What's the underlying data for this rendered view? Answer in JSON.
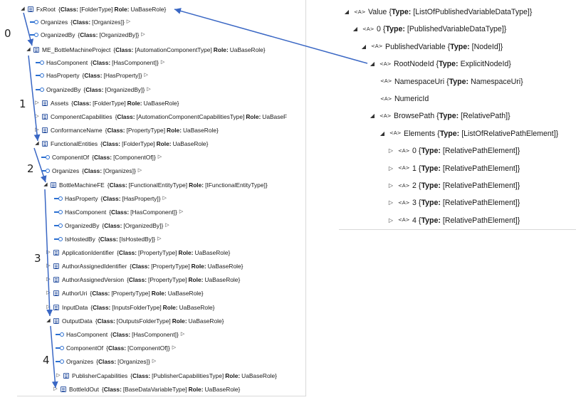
{
  "tree": {
    "rows": [
      {
        "exp": "◢",
        "icon": "node",
        "name": "FxRoot",
        "pre": "{",
        "k1": "Class:",
        "v1": "[FolderType]",
        "k2": "Role:",
        "v2": "UaBaseRole",
        "post": "}"
      },
      {
        "exp": "",
        "icon": "ref",
        "name": "Organizes",
        "pre": "{",
        "k1": "Class:",
        "v1": "[Organizes]",
        "k2": "",
        "v2": "",
        "post": "}",
        "tail": "▷"
      },
      {
        "exp": "",
        "icon": "ref",
        "name": "OrganizedBy",
        "pre": "{",
        "k1": "Class:",
        "v1": "[OrganizedBy]",
        "k2": "",
        "v2": "",
        "post": "}",
        "tail": "▷"
      },
      {
        "exp": "◢",
        "icon": "node",
        "name": "ME_BottleMachineProject",
        "pre": "{",
        "k1": "Class:",
        "v1": "[AutomationComponentType]",
        "k2": "Role:",
        "v2": "UaBaseRole",
        "post": "}"
      },
      {
        "exp": "",
        "icon": "ref",
        "name": "HasComponent",
        "pre": "{",
        "k1": "Class:",
        "v1": "[HasComponent]",
        "k2": "",
        "v2": "",
        "post": "}",
        "tail": "▷"
      },
      {
        "exp": "",
        "icon": "ref",
        "name": "HasProperty",
        "pre": "{",
        "k1": "Class:",
        "v1": "[HasProperty]",
        "k2": "",
        "v2": "",
        "post": "}",
        "tail": "▷"
      },
      {
        "exp": "",
        "icon": "ref",
        "name": "OrganizedBy",
        "pre": "{",
        "k1": "Class:",
        "v1": "[OrganizedBy]",
        "k2": "",
        "v2": "",
        "post": "}",
        "tail": "▷"
      },
      {
        "exp": "▷",
        "icon": "node",
        "name": "Assets",
        "pre": "{",
        "k1": "Class:",
        "v1": "[FolderType]",
        "k2": "Role:",
        "v2": "UaBaseRole",
        "post": "}"
      },
      {
        "exp": "▷",
        "icon": "node",
        "name": "ComponentCapabilities",
        "pre": "{",
        "k1": "Class:",
        "v1": "[AutomationComponentCapabilitiesType]",
        "k2": "Role:",
        "v2": "UaBaseF",
        "post": ""
      },
      {
        "exp": "▷",
        "icon": "node",
        "name": "ConformanceName",
        "pre": "{",
        "k1": "Class:",
        "v1": "[PropertyType]",
        "k2": "Role:",
        "v2": "UaBaseRole",
        "post": "}"
      },
      {
        "exp": "◢",
        "icon": "node",
        "name": "FunctionalEntities",
        "pre": "{",
        "k1": "Class:",
        "v1": "[FolderType]",
        "k2": "Role:",
        "v2": "UaBaseRole",
        "post": "}"
      },
      {
        "exp": "",
        "icon": "ref",
        "name": "ComponentOf",
        "pre": "{",
        "k1": "Class:",
        "v1": "[ComponentOf]",
        "k2": "",
        "v2": "",
        "post": "}",
        "tail": "▷"
      },
      {
        "exp": "",
        "icon": "ref",
        "name": "Organizes",
        "pre": "{",
        "k1": "Class:",
        "v1": "[Organizes]",
        "k2": "",
        "v2": "",
        "post": "}",
        "tail": "▷"
      },
      {
        "exp": "◢",
        "icon": "node",
        "name": "BottleMachineFE",
        "pre": "{",
        "k1": "Class:",
        "v1": "[FunctionalEntityType]",
        "k2": "Role:",
        "v2": "[IFunctionalEntityType]",
        "post": "}"
      },
      {
        "exp": "",
        "icon": "ref",
        "name": "HasProperty",
        "pre": "{",
        "k1": "Class:",
        "v1": "[HasProperty]",
        "k2": "",
        "v2": "",
        "post": "}",
        "tail": "▷"
      },
      {
        "exp": "",
        "icon": "ref",
        "name": "HasComponent",
        "pre": "{",
        "k1": "Class:",
        "v1": "[HasComponent]",
        "k2": "",
        "v2": "",
        "post": "}",
        "tail": "▷"
      },
      {
        "exp": "",
        "icon": "ref",
        "name": "OrganizedBy",
        "pre": "{",
        "k1": "Class:",
        "v1": "[OrganizedBy]",
        "k2": "",
        "v2": "",
        "post": "}",
        "tail": "▷"
      },
      {
        "exp": "",
        "icon": "ref",
        "name": "IsHostedBy",
        "pre": "{",
        "k1": "Class:",
        "v1": "[IsHostedBy]",
        "k2": "",
        "v2": "",
        "post": "}",
        "tail": "▷"
      },
      {
        "exp": "▷",
        "icon": "node",
        "name": "ApplicationIdentifier",
        "pre": "{",
        "k1": "Class:",
        "v1": "[PropertyType]",
        "k2": "Role:",
        "v2": "UaBaseRole",
        "post": "}"
      },
      {
        "exp": "▷",
        "icon": "node",
        "name": "AuthorAssignedIdentifier",
        "pre": "{",
        "k1": "Class:",
        "v1": "[PropertyType]",
        "k2": "Role:",
        "v2": "UaBaseRole",
        "post": "}"
      },
      {
        "exp": "▷",
        "icon": "node",
        "name": "AuthorAssignedVersion",
        "pre": "{",
        "k1": "Class:",
        "v1": "[PropertyType]",
        "k2": "Role:",
        "v2": "UaBaseRole",
        "post": "}"
      },
      {
        "exp": "▷",
        "icon": "node",
        "name": "AuthorUri",
        "pre": "{",
        "k1": "Class:",
        "v1": "[PropertyType]",
        "k2": "Role:",
        "v2": "UaBaseRole",
        "post": "}"
      },
      {
        "exp": "▷",
        "icon": "node",
        "name": "InputData",
        "pre": "{",
        "k1": "Class:",
        "v1": "[InputsFolderType]",
        "k2": "Role:",
        "v2": "UaBaseRole",
        "post": "}"
      },
      {
        "exp": "◢",
        "icon": "node",
        "name": "OutputData",
        "pre": "{",
        "k1": "Class:",
        "v1": "[OutputsFolderType]",
        "k2": "Role:",
        "v2": "UaBaseRole",
        "post": "}"
      },
      {
        "exp": "",
        "icon": "ref",
        "name": "HasComponent",
        "pre": "{",
        "k1": "Class:",
        "v1": "[HasComponent]",
        "k2": "",
        "v2": "",
        "post": "}",
        "tail": "▷"
      },
      {
        "exp": "",
        "icon": "ref",
        "name": "ComponentOf",
        "pre": "{",
        "k1": "Class:",
        "v1": "[ComponentOf]",
        "k2": "",
        "v2": "",
        "post": "}",
        "tail": "▷"
      },
      {
        "exp": "",
        "icon": "ref",
        "name": "Organizes",
        "pre": "{",
        "k1": "Class:",
        "v1": "[Organizes]",
        "k2": "",
        "v2": "",
        "post": "}",
        "tail": "▷"
      },
      {
        "exp": "▷",
        "icon": "node",
        "name": "PublisherCapabilities",
        "pre": "{",
        "k1": "Class:",
        "v1": "[PublisherCapabilitiesType]",
        "k2": "Role:",
        "v2": "UaBaseRole",
        "post": "}"
      },
      {
        "exp": "▷",
        "icon": "node",
        "name": "BottleIdOut",
        "pre": "{",
        "k1": "Class:",
        "v1": "[BaseDataVariableType]",
        "k2": "Role:",
        "v2": "UaBaseRole",
        "post": "}"
      }
    ]
  },
  "value_tree": {
    "rows": [
      {
        "exp": "◢",
        "name": "Value",
        "pre": "{",
        "k1": "Type:",
        "v1": "[ListOfPublishedVariableDataType]",
        "post": "}"
      },
      {
        "exp": "◢",
        "name": "0",
        "pre": "{",
        "k1": "Type:",
        "v1": "[PublishedVariableDataType]",
        "post": "}"
      },
      {
        "exp": "◢",
        "name": "PublishedVariable",
        "pre": "{",
        "k1": "Type:",
        "v1": "[NodeId]",
        "post": "}"
      },
      {
        "exp": "◢",
        "name": "RootNodeId",
        "pre": "{",
        "k1": "Type:",
        "v1": "ExplicitNodeId",
        "post": "}"
      },
      {
        "exp": "",
        "name": "NamespaceUri",
        "pre": "{",
        "k1": "Type:",
        "v1": "NamespaceUri",
        "post": "}"
      },
      {
        "exp": "",
        "name": "NumericId",
        "pre": "",
        "k1": "",
        "v1": "",
        "post": ""
      },
      {
        "exp": "◢",
        "name": "BrowsePath",
        "pre": "{",
        "k1": "Type:",
        "v1": "[RelativePath]",
        "post": "}"
      },
      {
        "exp": "◢",
        "name": "Elements",
        "pre": "{",
        "k1": "Type:",
        "v1": "[ListOfRelativePathElement]",
        "post": "}"
      },
      {
        "exp": "▷",
        "name": "0",
        "pre": "{",
        "k1": "Type:",
        "v1": "[RelativePathElement]",
        "post": "}"
      },
      {
        "exp": "▷",
        "name": "1",
        "pre": "{",
        "k1": "Type:",
        "v1": "[RelativePathElement]",
        "post": "}"
      },
      {
        "exp": "▷",
        "name": "2",
        "pre": "{",
        "k1": "Type:",
        "v1": "[RelativePathElement]",
        "post": "}"
      },
      {
        "exp": "▷",
        "name": "3",
        "pre": "{",
        "k1": "Type:",
        "v1": "[RelativePathElement]",
        "post": "}"
      },
      {
        "exp": "▷",
        "name": "4",
        "pre": "{",
        "k1": "Type:",
        "v1": "[RelativePathElement]",
        "post": "}"
      }
    ]
  },
  "attr_glyph": "<A>",
  "step_labels": [
    "0",
    "1",
    "2",
    "3",
    "4"
  ],
  "colors": {
    "arrow": "#3a67c4",
    "node_icon": "#3a5fa8",
    "ref_icon": "#2b6fd1"
  }
}
